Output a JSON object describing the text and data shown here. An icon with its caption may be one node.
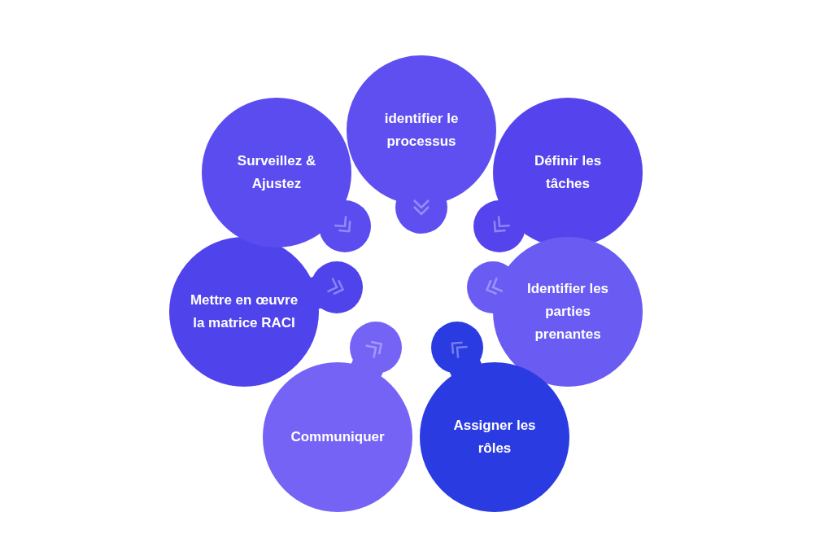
{
  "diagram": {
    "nodes": [
      {
        "text": [
          "identifier le processus"
        ]
      },
      {
        "text": [
          "Définir les tâches"
        ]
      },
      {
        "text": [
          "Identifier les parties prenantes"
        ]
      },
      {
        "text": [
          "Assigner les rôles"
        ]
      },
      {
        "text": [
          "Communiquer"
        ]
      },
      {
        "text": [
          "Mettre en œuvre la matrice RACI"
        ]
      },
      {
        "text": [
          "Surveillez & Ajustez"
        ]
      }
    ]
  }
}
